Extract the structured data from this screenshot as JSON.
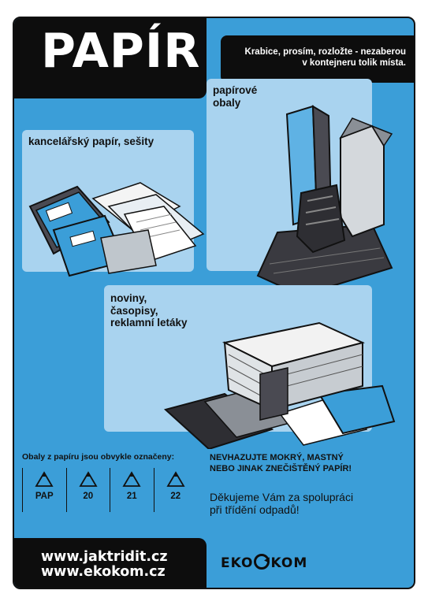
{
  "title": "PAPÍR",
  "notice": {
    "line1": "Krabice, prosím, rozložte - nezaberou",
    "line2": "v kontejneru tolik místa."
  },
  "panels": [
    {
      "label_lines": [
        "kancelářský papír, sešity"
      ]
    },
    {
      "label_lines": [
        "papírové",
        "obaly"
      ]
    },
    {
      "label_lines": [
        "noviny,",
        "časopisy,",
        "reklamní letáky"
      ]
    }
  ],
  "marked_text": "Obaly z papíru jsou obvykle označeny:",
  "codes": [
    "PAP",
    "20",
    "21",
    "22"
  ],
  "warning": {
    "line1": "NEVHAZUJTE MOKRÝ, MASTNÝ",
    "line2": "NEBO JINAK ZNEČIŠTĚNÝ PAPÍR!"
  },
  "thanks": {
    "line1": "Děkujeme Vám za spolupráci",
    "line2": "při třídění odpadů!"
  },
  "urls": [
    "www.jaktridit.cz",
    "www.ekokom.cz"
  ],
  "logo": {
    "part1": "EKO",
    "part2": "KOM"
  },
  "colors": {
    "background": "#3b9ed8",
    "panel": "#a9d3ef",
    "dark": "#0d0d0d"
  }
}
